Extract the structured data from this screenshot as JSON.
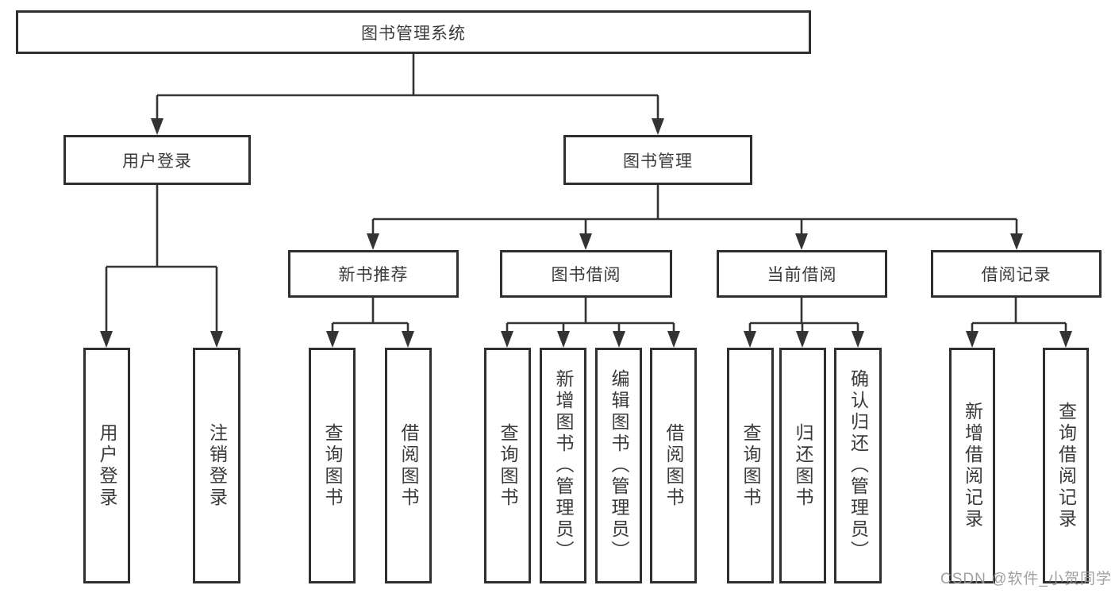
{
  "colors": {
    "line": "#333333",
    "box_border": "#2f2f2f",
    "box_fill": "#ffffff",
    "text": "#3a3a3a",
    "watermark": "#969696"
  },
  "watermark": "CSDN @软件_小贺同学",
  "tree": {
    "root": {
      "label": "图书管理系统",
      "children": [
        {
          "label": "用户登录",
          "children": [
            {
              "label": "用户登录"
            },
            {
              "label": "注销登录"
            }
          ]
        },
        {
          "label": "图书管理",
          "children": [
            {
              "label": "新书推荐",
              "children": [
                {
                  "label": "查询图书"
                },
                {
                  "label": "借阅图书"
                }
              ]
            },
            {
              "label": "图书借阅",
              "children": [
                {
                  "label": "查询图书"
                },
                {
                  "label": "新增图书（管理员）"
                },
                {
                  "label": "编辑图书（管理员）"
                },
                {
                  "label": "借阅图书"
                }
              ]
            },
            {
              "label": "当前借阅",
              "children": [
                {
                  "label": "查询图书"
                },
                {
                  "label": "归还图书"
                },
                {
                  "label": "确认归还（管理员）"
                }
              ]
            },
            {
              "label": "借阅记录",
              "children": [
                {
                  "label": "新增借阅记录"
                },
                {
                  "label": "查询借阅记录"
                }
              ]
            }
          ]
        }
      ]
    }
  }
}
